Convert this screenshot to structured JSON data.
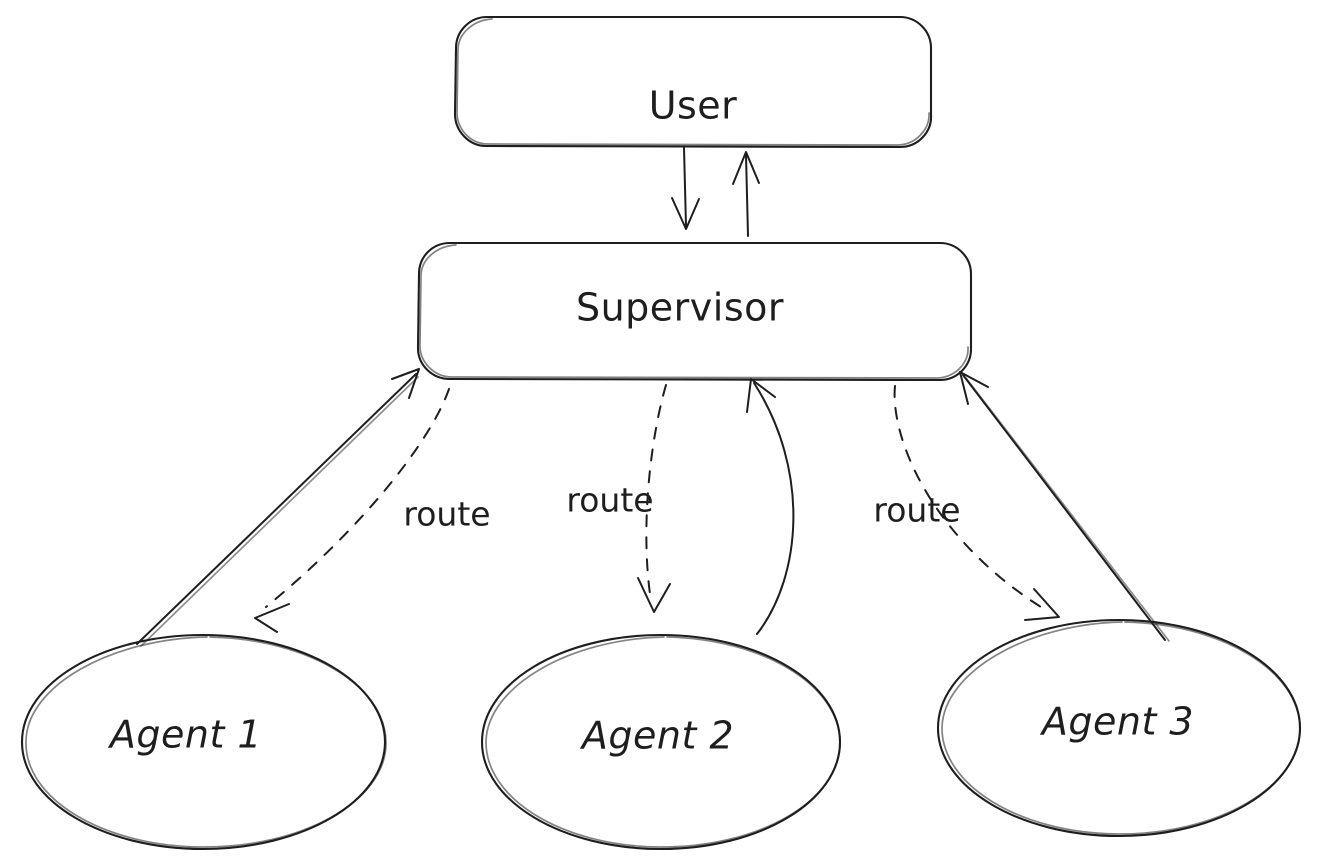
{
  "diagram": {
    "title": "Supervisor multi-agent routing diagram",
    "style": "hand-drawn sketch",
    "background_color": "#ffffff",
    "stroke_color": "#1e1e1e",
    "nodes": [
      {
        "id": "user",
        "label": "User",
        "shape": "rounded-rectangle"
      },
      {
        "id": "supervisor",
        "label": "Supervisor",
        "shape": "rounded-rectangle"
      },
      {
        "id": "agent1",
        "label": "Agent 1",
        "shape": "ellipse"
      },
      {
        "id": "agent2",
        "label": "Agent 2",
        "shape": "ellipse"
      },
      {
        "id": "agent3",
        "label": "Agent 3",
        "shape": "ellipse"
      }
    ],
    "edges": [
      {
        "id": "user-to-supervisor",
        "from": "User",
        "to": "Supervisor",
        "label": "",
        "style": "solid",
        "direction": "down"
      },
      {
        "id": "supervisor-to-user",
        "from": "Supervisor",
        "to": "User",
        "label": "",
        "style": "solid",
        "direction": "up"
      },
      {
        "id": "supervisor-to-agent1",
        "from": "Supervisor",
        "to": "Agent 1",
        "label": "route",
        "style": "dashed",
        "direction": "down-left"
      },
      {
        "id": "agent1-to-supervisor",
        "from": "Agent 1",
        "to": "Supervisor",
        "label": "",
        "style": "solid",
        "direction": "up-right"
      },
      {
        "id": "supervisor-to-agent2",
        "from": "Supervisor",
        "to": "Agent 2",
        "label": "route",
        "style": "dashed",
        "direction": "down"
      },
      {
        "id": "agent2-to-supervisor",
        "from": "Agent 2",
        "to": "Supervisor",
        "label": "",
        "style": "solid",
        "direction": "up"
      },
      {
        "id": "supervisor-to-agent3",
        "from": "Supervisor",
        "to": "Agent 3",
        "label": "route",
        "style": "dashed",
        "direction": "down-right"
      },
      {
        "id": "agent3-to-supervisor",
        "from": "Agent 3",
        "to": "Supervisor",
        "label": "",
        "style": "solid",
        "direction": "up-left"
      }
    ],
    "labels": {
      "route_left": "route",
      "route_middle": "route",
      "route_right": "route"
    }
  }
}
